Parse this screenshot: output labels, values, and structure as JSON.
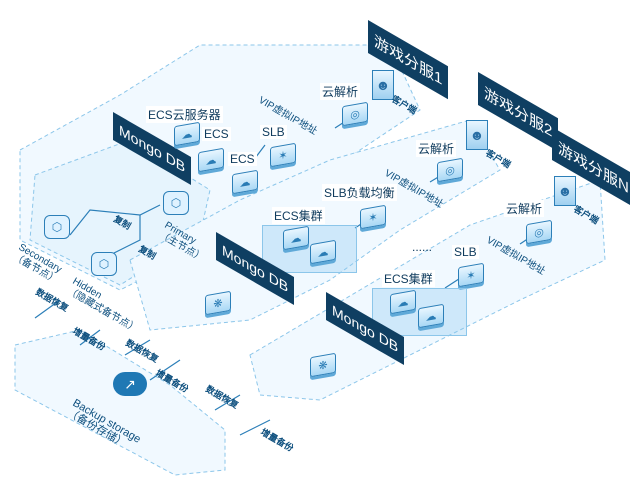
{
  "servers": [
    {
      "title": "游戏分服1",
      "client": "客户端",
      "dns": "云解析",
      "vip": "VIP虚拟IP地址"
    },
    {
      "title": "游戏分服2",
      "client": "客户端",
      "dns": "云解析",
      "vip": "VIP虚拟IP地址"
    },
    {
      "title": "游戏分服N",
      "client": "客户端",
      "dns": "云解析",
      "vip": "VIP虚拟IP地址"
    }
  ],
  "zone1": {
    "ecs_title": "ECS云服务器",
    "ecs1": "ECS",
    "ecs2": "ECS",
    "slb": "SLB",
    "mongo": "Mongo DB",
    "primary": "Primary",
    "primary_cn": "（主节点）",
    "secondary": "Secondary",
    "secondary_cn": "（备节点）",
    "hidden": "Hidden",
    "hidden_cn": "（隐藏式备节点）",
    "replicate1": "复制",
    "replicate2": "复制"
  },
  "zone2": {
    "slb": "SLB负载均衡",
    "ecs": "ECS集群",
    "mongo": "Mongo DB"
  },
  "zone3": {
    "slb": "SLB",
    "ecs": "ECS集群",
    "mongo": "Mongo DB"
  },
  "ellipsis": "......",
  "backup": {
    "title": "Backup storage",
    "subtitle": "（备份存储）"
  },
  "flows": {
    "restore": "数据恢复",
    "incremental": "增量备份"
  },
  "colors": {
    "navy": "#0f3f62",
    "accent": "#2c7fb8",
    "zone_fill": "#eef8ff"
  }
}
